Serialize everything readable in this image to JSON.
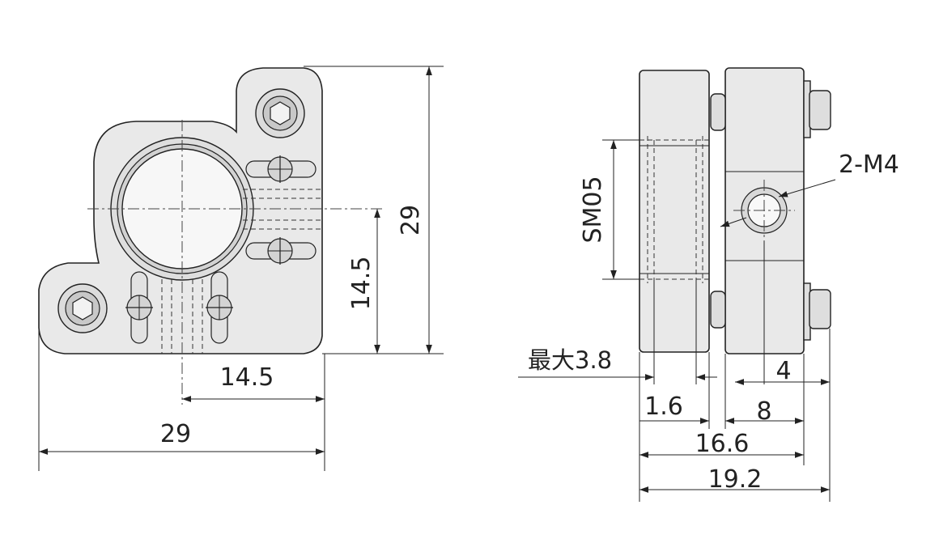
{
  "labels": {
    "dim_front_width": "29",
    "dim_front_half_width": "14.5",
    "dim_front_height": "29",
    "dim_front_half_height": "14.5",
    "thread_callout": "2-M4",
    "bore_thread": "SM05",
    "max_depth": "最大3.8",
    "dim_side_4": "4",
    "dim_side_1_6": "1.6",
    "dim_side_8": "8",
    "dim_side_16_6": "16.6",
    "dim_side_19_2": "19.2"
  }
}
